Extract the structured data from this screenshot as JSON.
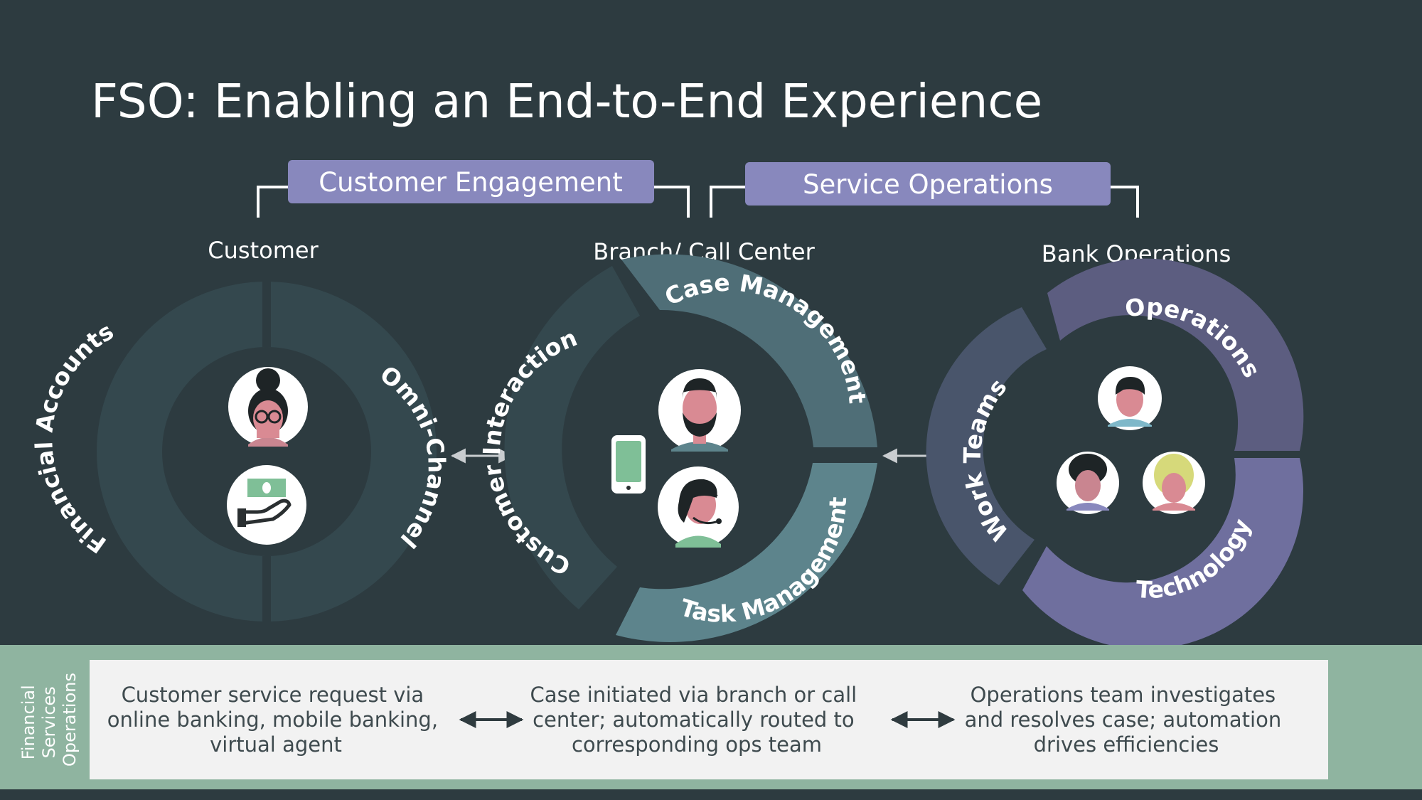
{
  "title": "FSO:  Enabling an End-to-End Experience",
  "sections": {
    "engagement": "Customer Engagement",
    "operations": "Service Operations"
  },
  "columns": {
    "customer": {
      "label": "Customer",
      "segments": [
        "Financial Accounts",
        "Omni-Channel"
      ]
    },
    "branch": {
      "label": "Branch/ Call Center",
      "segments": [
        "Customer Interaction",
        "Case Management",
        "Task Management"
      ]
    },
    "bank": {
      "label": "Bank Operations",
      "segments": [
        "Work Teams",
        "Operations",
        "Technology"
      ]
    }
  },
  "bottom": {
    "side_label": [
      "Financial",
      "Services",
      "Operations"
    ],
    "steps": [
      [
        "Customer service request via",
        "online banking, mobile banking,",
        "virtual agent"
      ],
      [
        "Case initiated via branch or call",
        "center; automatically routed to",
        "corresponding ops team"
      ],
      [
        "Operations team investigates",
        "and resolves case; automation",
        "drives efficiencies"
      ]
    ]
  },
  "colors": {
    "background": "#2d3b40",
    "ring_dark": "#34484e",
    "ring_teal": "#4f6e77",
    "ring_teal_light": "#5d848c",
    "ring_slate": "#49556b",
    "ring_purple": "#5c5d80",
    "ring_purple_light": "#6f6f9e",
    "label_box": "#8888bd",
    "bottom_band": "#8fb4a0",
    "bottom_panel": "#f2f2f2"
  }
}
